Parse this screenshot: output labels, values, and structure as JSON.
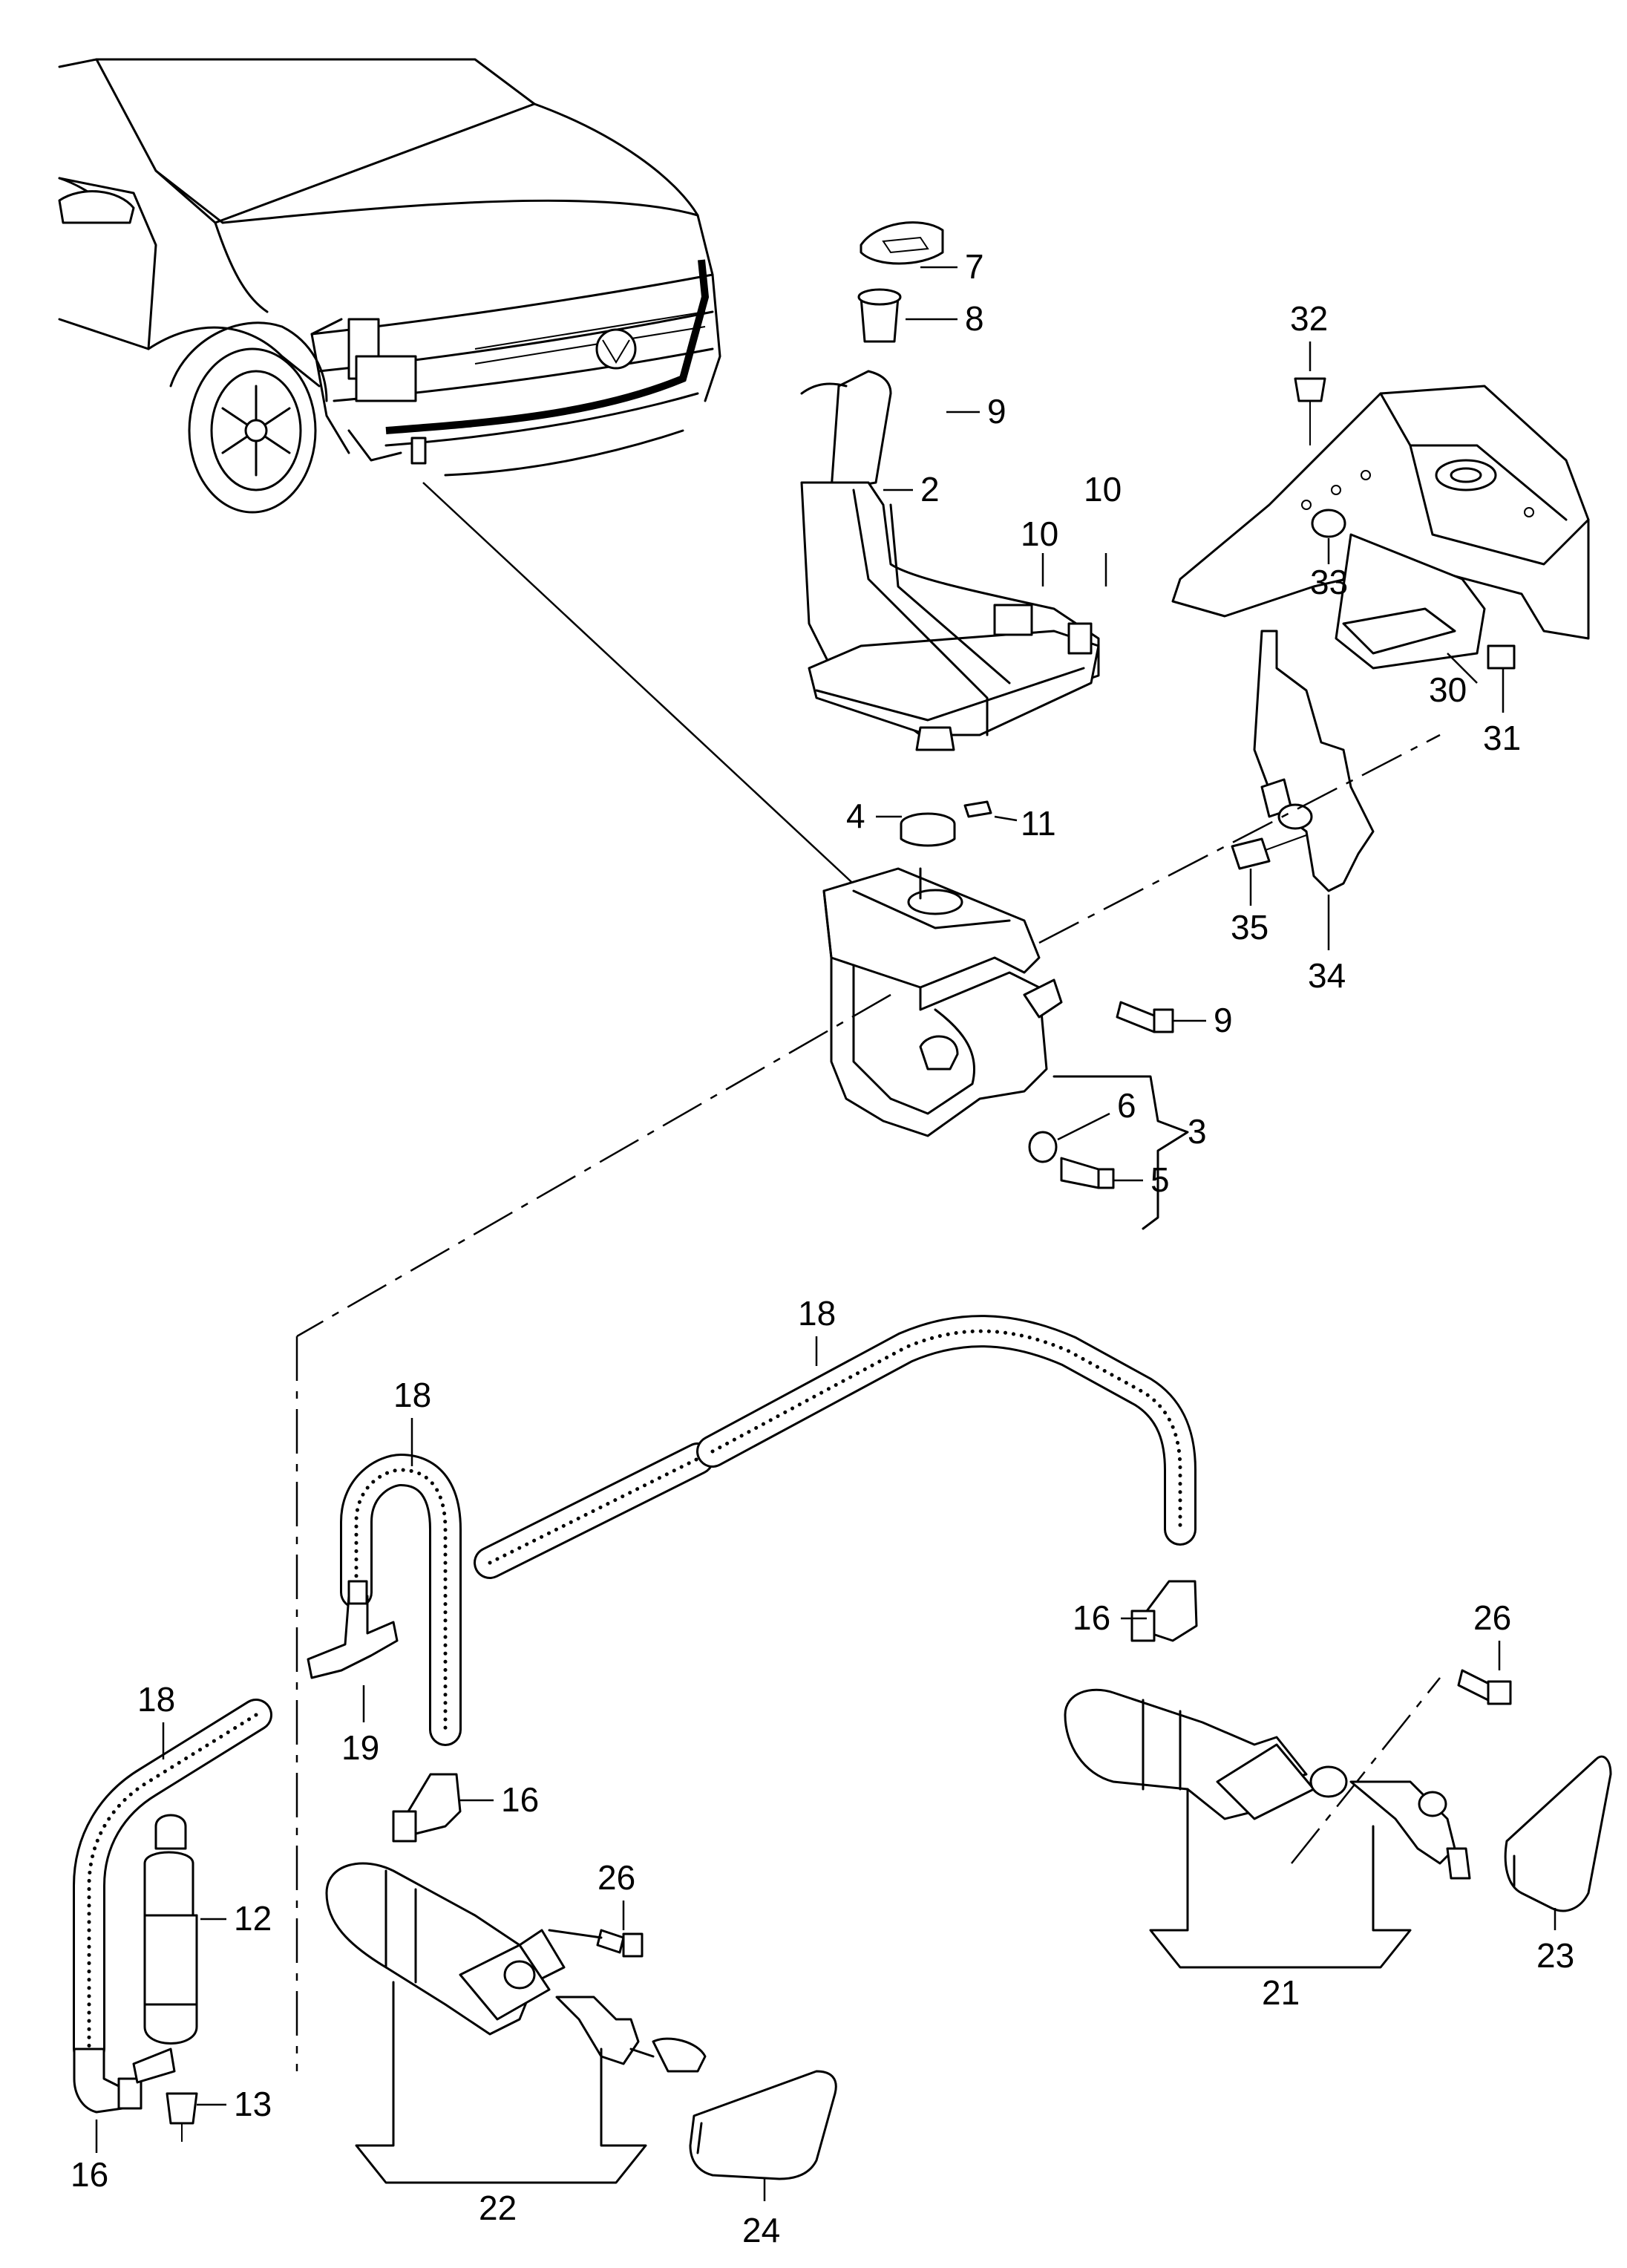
{
  "callouts": {
    "c7": "7",
    "c8": "8",
    "c9a": "9",
    "c2": "2",
    "c10a": "10",
    "c10b": "10",
    "c4": "4",
    "c11": "11",
    "c9b": "9",
    "c6": "6",
    "c3": "3",
    "c5": "5",
    "c32": "32",
    "c33": "33",
    "c30": "30",
    "c31": "31",
    "c35": "35",
    "c34": "34",
    "c18a": "18",
    "c18b": "18",
    "c18c": "18",
    "c16a": "16",
    "c16b": "16",
    "c16c": "16",
    "c19": "19",
    "c12": "12",
    "c13": "13",
    "c26a": "26",
    "c26b": "26",
    "c21": "21",
    "c22": "22",
    "c23": "23",
    "c24": "24"
  }
}
